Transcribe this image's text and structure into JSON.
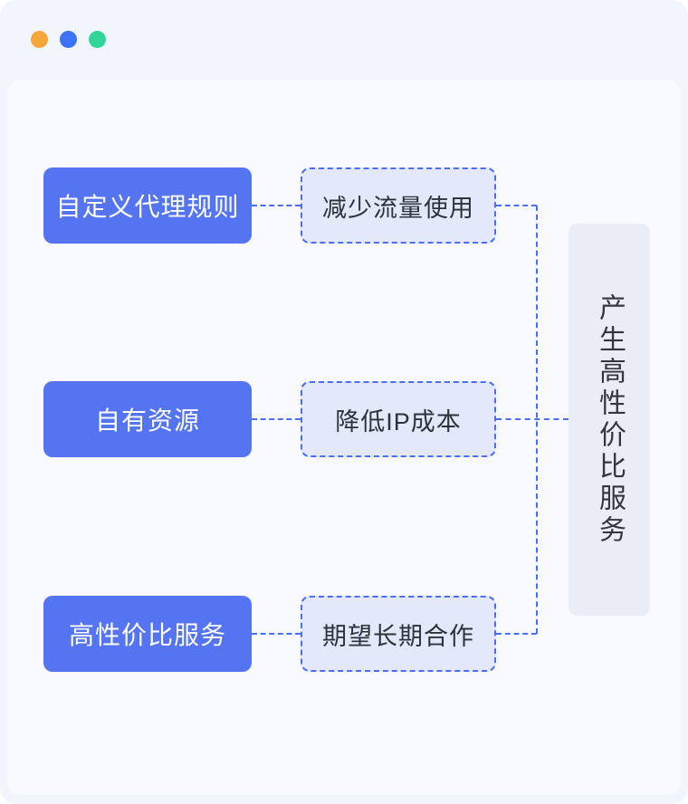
{
  "window": {
    "traffic_lights": [
      {
        "name": "orange-dot",
        "color": "#f6a73c"
      },
      {
        "name": "blue-dot",
        "color": "#3d74f5"
      },
      {
        "name": "green-dot",
        "color": "#33d69a"
      }
    ]
  },
  "diagram": {
    "rows": [
      {
        "source": "自定义代理规则",
        "benefit": "减少流量使用"
      },
      {
        "source": "自有资源",
        "benefit": "降低IP成本"
      },
      {
        "source": "高性价比服务",
        "benefit": "期望长期合作"
      }
    ],
    "result": "产生高性价比服务",
    "colors": {
      "source_fill": "#5474f2",
      "source_text": "#ffffff",
      "benefit_fill": "#e3e8fb",
      "benefit_border": "#4c6ef5",
      "benefit_text": "#2e323a",
      "connector": "#4c6ef5",
      "result_fill": "#e9edf5",
      "result_text": "#33363d",
      "titlebar_bg": "#f1f5fc",
      "canvas_bg": "#f9fafe"
    }
  }
}
